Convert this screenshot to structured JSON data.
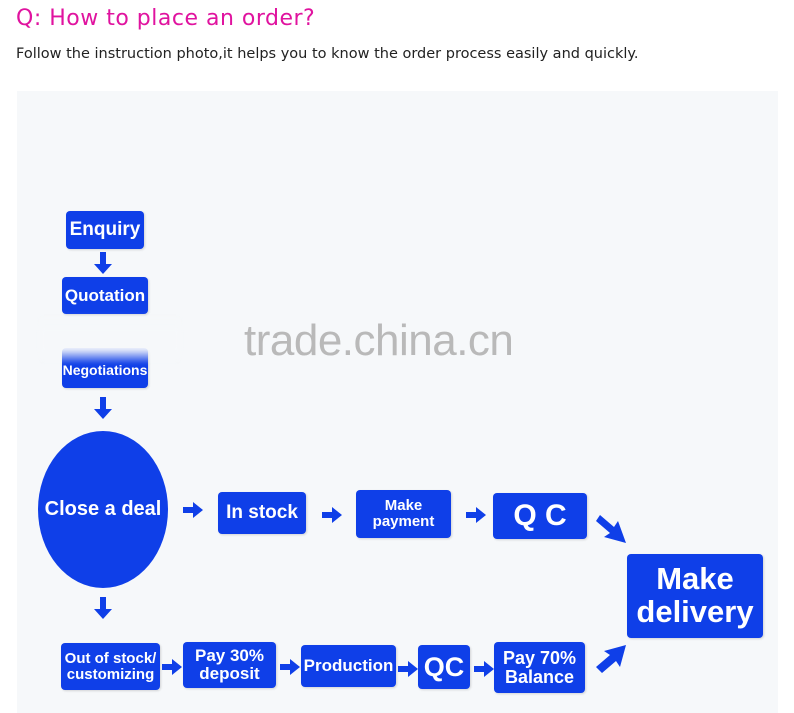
{
  "header": {
    "question": "Q: How to place an order?",
    "intro": "Follow the instruction photo,it helps you to know the order process easily and quickly."
  },
  "watermark": "trade.china.cn",
  "flow": {
    "enquiry": "Enquiry",
    "quotation": "Quotation",
    "negotiations": "Negotiations",
    "close_deal": "Close a deal",
    "in_stock": "In stock",
    "make_payment": "Make payment",
    "qc_top": "Q C",
    "make_delivery": "Make delivery",
    "out_of_stock": "Out of stock/ customizing",
    "pay_deposit": "Pay 30% deposit",
    "production": "Production",
    "qc_bottom": "QC",
    "pay_balance": "Pay 70% Balance"
  },
  "colors": {
    "box_blue": "#0f3fe8",
    "heading_magenta": "#e0139f"
  }
}
